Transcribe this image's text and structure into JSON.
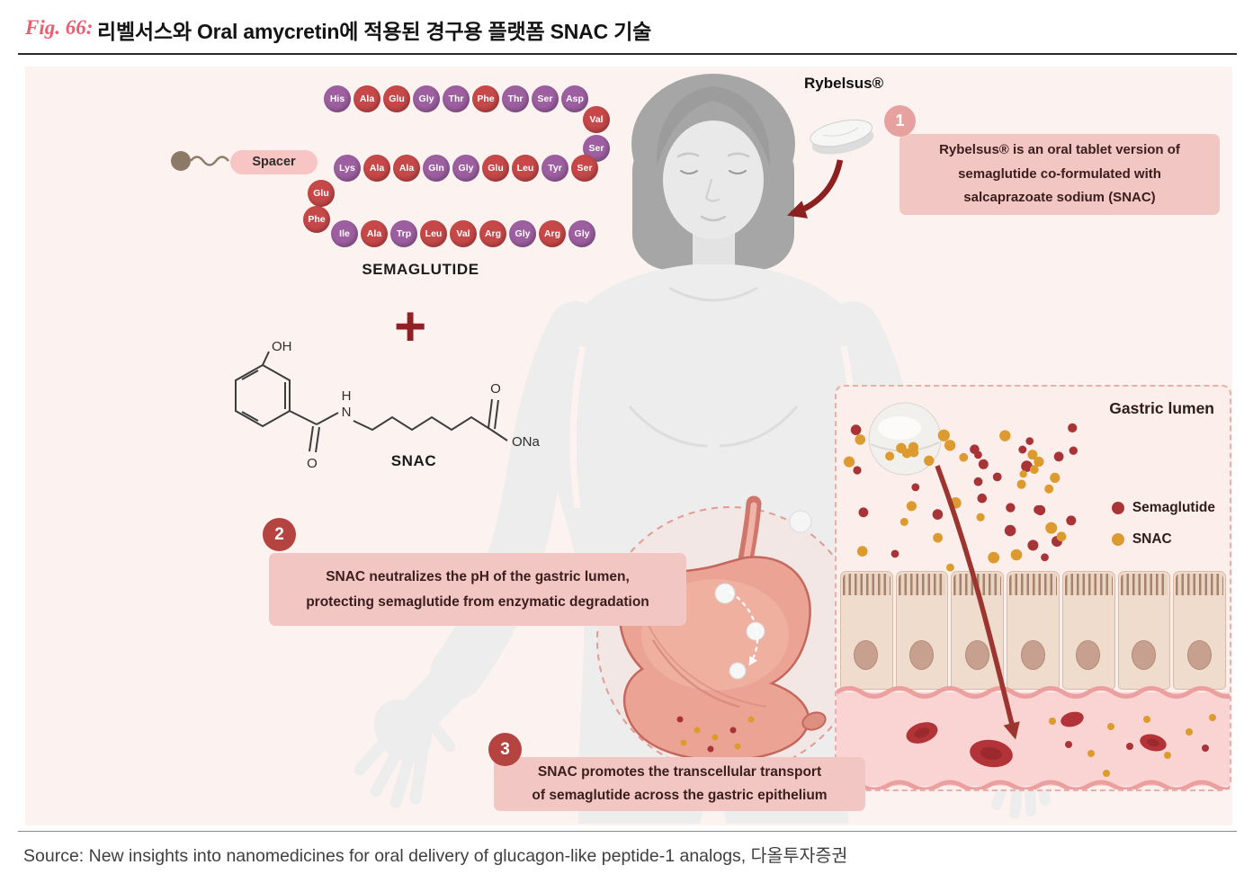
{
  "header": {
    "fig_label": "Fig. 66:",
    "title": "리벨서스와 Oral amycretin에 적용된 경구용 플랫폼 SNAC 기술",
    "accent_color": "#ea5f70"
  },
  "footer": {
    "source": "Source: New insights into nanomedicines for oral delivery of glucagon-like peptide-1 analogs,  다올투자증권"
  },
  "peptide": {
    "name": "SEMAGLUTIDE",
    "spacer": "Spacer",
    "colors": {
      "purple": "#9d5fa0",
      "red": "#c64848"
    },
    "row1": [
      {
        "aa": "His",
        "c": "purple"
      },
      {
        "aa": "Ala",
        "c": "red"
      },
      {
        "aa": "Glu",
        "c": "red"
      },
      {
        "aa": "Gly",
        "c": "purple"
      },
      {
        "aa": "Thr",
        "c": "purple"
      },
      {
        "aa": "Phe",
        "c": "red"
      },
      {
        "aa": "Thr",
        "c": "purple"
      },
      {
        "aa": "Ser",
        "c": "purple"
      },
      {
        "aa": "Asp",
        "c": "purple"
      }
    ],
    "right_col": [
      {
        "aa": "Val",
        "c": "red"
      },
      {
        "aa": "Ser",
        "c": "purple"
      }
    ],
    "row2": [
      {
        "aa": "Lys",
        "c": "purple"
      },
      {
        "aa": "Ala",
        "c": "red"
      },
      {
        "aa": "Ala",
        "c": "red"
      },
      {
        "aa": "Gln",
        "c": "purple"
      },
      {
        "aa": "Gly",
        "c": "purple"
      },
      {
        "aa": "Glu",
        "c": "red"
      },
      {
        "aa": "Leu",
        "c": "red"
      },
      {
        "aa": "Tyr",
        "c": "purple"
      },
      {
        "aa": "Ser",
        "c": "red"
      }
    ],
    "left_col": [
      {
        "aa": "Glu",
        "c": "red"
      },
      {
        "aa": "Phe",
        "c": "red"
      }
    ],
    "row3": [
      {
        "aa": "Ile",
        "c": "purple"
      },
      {
        "aa": "Ala",
        "c": "red"
      },
      {
        "aa": "Trp",
        "c": "purple"
      },
      {
        "aa": "Leu",
        "c": "red"
      },
      {
        "aa": "Val",
        "c": "red"
      },
      {
        "aa": "Arg",
        "c": "red"
      },
      {
        "aa": "Gly",
        "c": "purple"
      },
      {
        "aa": "Arg",
        "c": "red"
      },
      {
        "aa": "Gly",
        "c": "purple"
      }
    ]
  },
  "plus_sign": "+",
  "snac": {
    "label": "SNAC",
    "atoms": {
      "oh": "OH",
      "h": "H",
      "n": "N",
      "o_amide": "O",
      "o_acid": "O",
      "ona": "ONa"
    }
  },
  "rybelsus": {
    "label": "Rybelsus®"
  },
  "steps": [
    {
      "num": "1",
      "lines": [
        "Rybelsus® is an oral tablet version of",
        "semaglutide co-formulated with",
        "salcaprazoate sodium (SNAC)"
      ]
    },
    {
      "num": "2",
      "lines": [
        "SNAC neutralizes the pH of the gastric lumen,",
        "protecting semaglutide from enzymatic degradation"
      ]
    },
    {
      "num": "3",
      "lines": [
        "SNAC promotes the transcellular transport",
        "of semaglutide across the gastric epithelium"
      ]
    }
  ],
  "gastric": {
    "title": "Gastric lumen",
    "legend": [
      {
        "label": "Semaglutide",
        "color": "#a93438"
      },
      {
        "label": "SNAC",
        "color": "#dd9b2f"
      }
    ],
    "dot_counts": {
      "semaglutide": 26,
      "snac": 30
    }
  }
}
